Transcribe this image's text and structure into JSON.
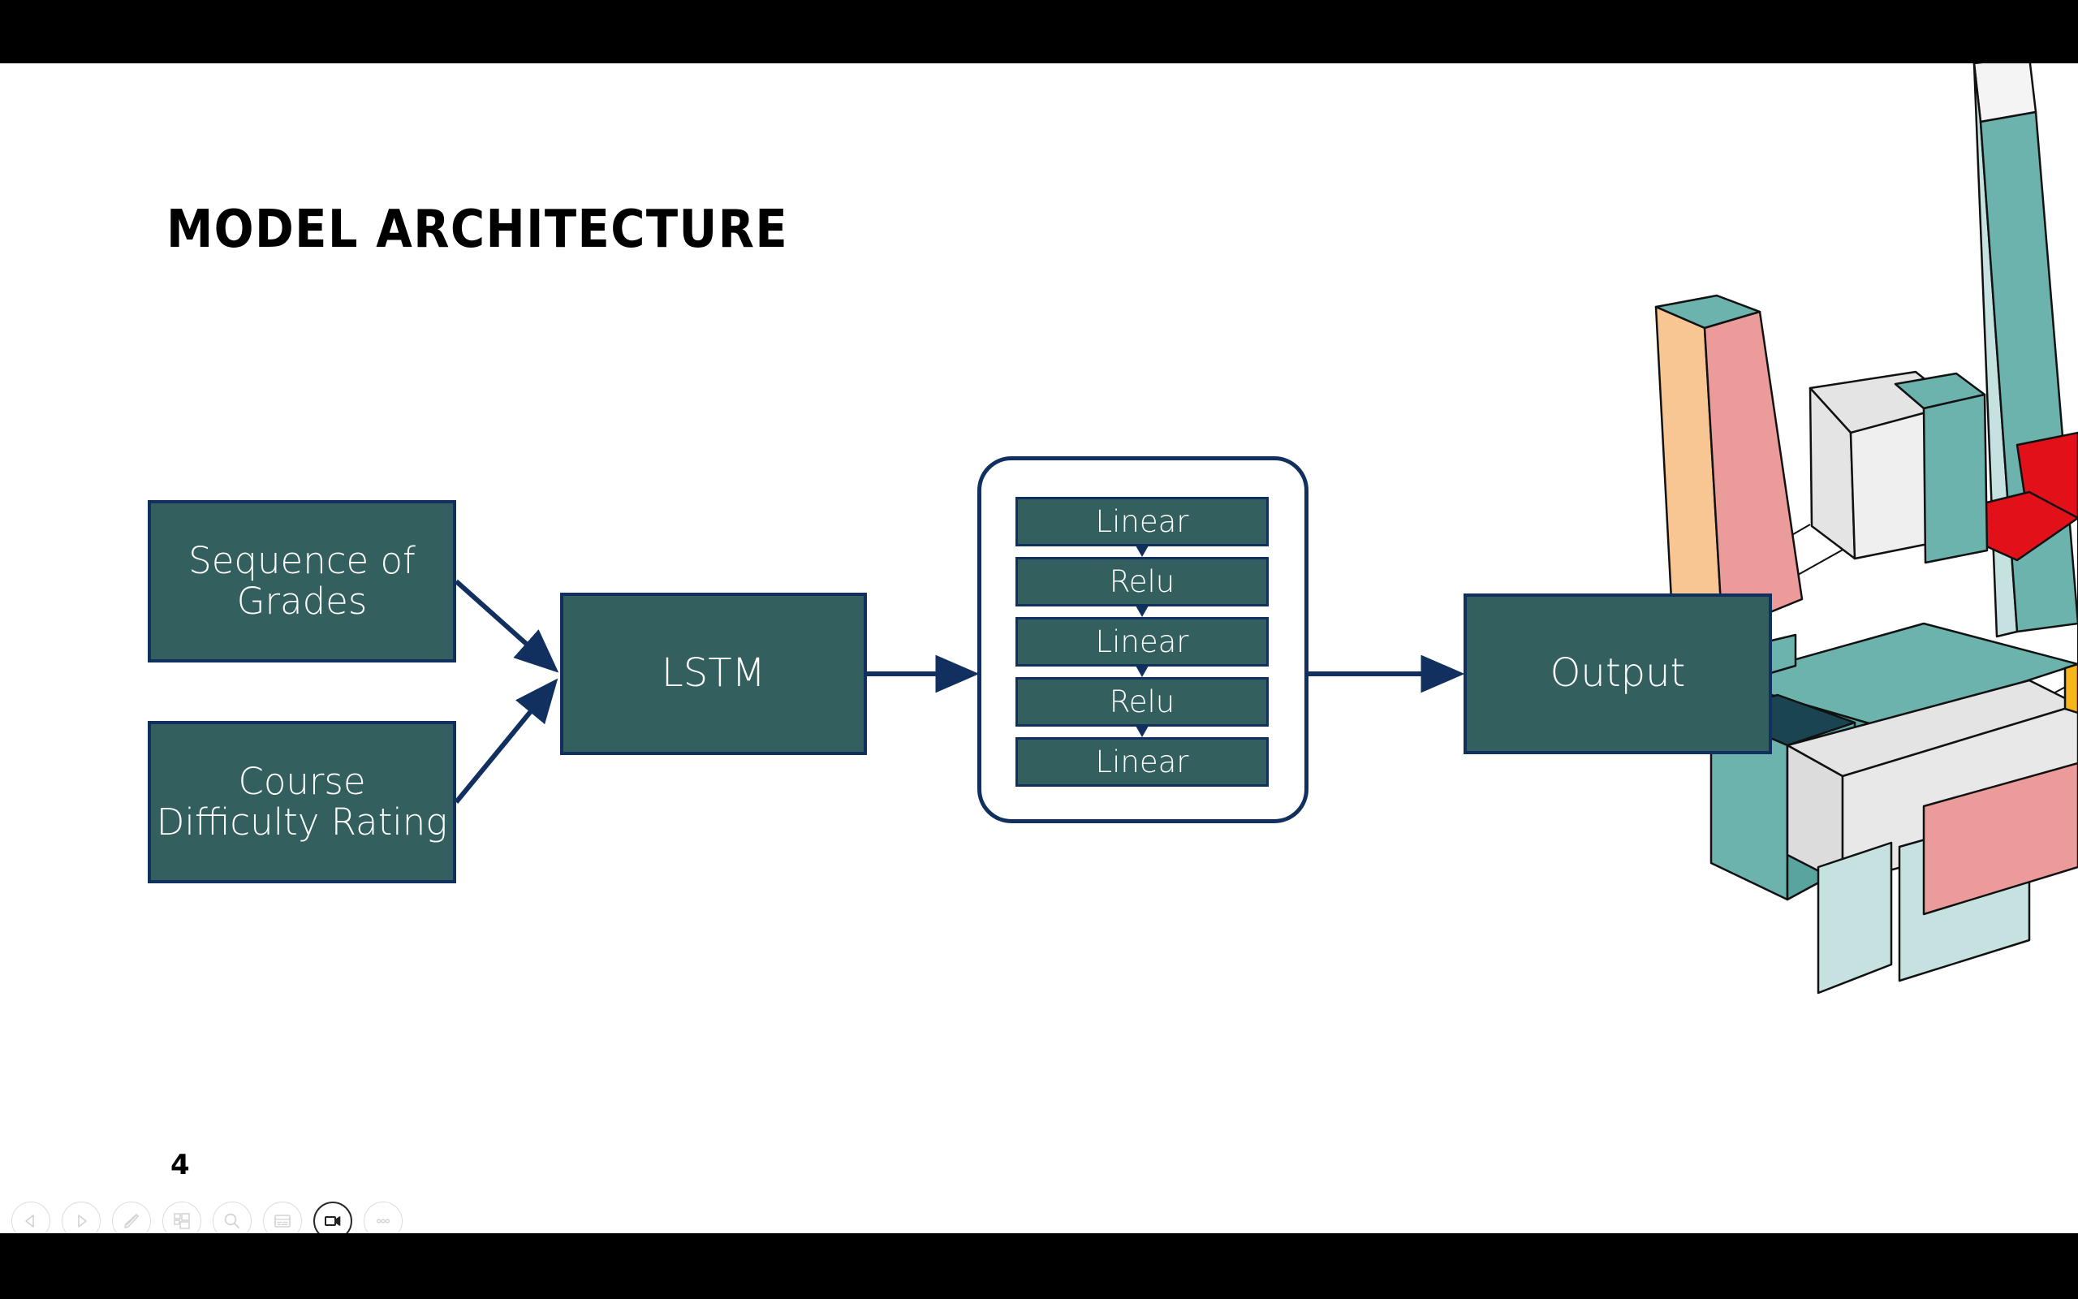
{
  "slide": {
    "title": "MODEL ARCHITECTURE",
    "page_number": "4",
    "background": "#ffffff",
    "letterbox_color": "#000000"
  },
  "theme": {
    "node_fill": "#33605e",
    "node_border": "#12305f",
    "node_text": "#ffffff",
    "arrow_color": "#12305f",
    "title_color": "#000000",
    "decor_teal_light": "#c5e2e0",
    "decor_teal_mid": "#6cb2ad",
    "decor_teal_dark": "#1b4453",
    "decor_pink": "#eb9c9a",
    "decor_orange": "#f7c692",
    "decor_red": "#e11019",
    "decor_yellow": "#f7b518",
    "decor_grey": "#e4e4e4",
    "decor_white": "#f4f4f4"
  },
  "diagram": {
    "type": "flow",
    "nodes": [
      {
        "id": "sequence-of-grades",
        "label": "Sequence of Grades"
      },
      {
        "id": "course-difficulty-rating",
        "label": "Course Difficulty Rating"
      },
      {
        "id": "lstm",
        "label": "LSTM"
      },
      {
        "id": "mlp",
        "label": ""
      },
      {
        "id": "output",
        "label": "Output"
      }
    ],
    "mlp_layers": [
      {
        "label": "Linear"
      },
      {
        "label": "Relu"
      },
      {
        "label": "Linear"
      },
      {
        "label": "Relu"
      },
      {
        "label": "Linear"
      }
    ],
    "edges": [
      {
        "from": "sequence-of-grades",
        "to": "lstm"
      },
      {
        "from": "course-difficulty-rating",
        "to": "lstm"
      },
      {
        "from": "lstm",
        "to": "mlp"
      },
      {
        "from": "mlp",
        "to": "output"
      },
      {
        "from": "mlp.0",
        "to": "mlp.1"
      },
      {
        "from": "mlp.1",
        "to": "mlp.2"
      },
      {
        "from": "mlp.2",
        "to": "mlp.3"
      },
      {
        "from": "mlp.3",
        "to": "mlp.4"
      }
    ]
  },
  "toolbar": {
    "buttons": [
      {
        "icon": "previous-slide-icon",
        "label": "Previous",
        "active": false
      },
      {
        "icon": "next-slide-icon",
        "label": "Next",
        "active": false
      },
      {
        "icon": "pen-icon",
        "label": "Draw",
        "active": false
      },
      {
        "icon": "slide-grid-icon",
        "label": "Slides",
        "active": false
      },
      {
        "icon": "magnifier-icon",
        "label": "Zoom",
        "active": false
      },
      {
        "icon": "captions-icon",
        "label": "Captions",
        "active": false
      },
      {
        "icon": "video-camera-icon",
        "label": "Video",
        "active": true
      },
      {
        "icon": "more-options-icon",
        "label": "More",
        "active": false
      }
    ]
  }
}
